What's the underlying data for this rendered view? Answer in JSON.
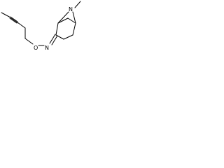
{
  "molecule": {
    "atom_labels": {
      "oxygen": "O",
      "oxime_nitrogen": "N",
      "bridge_nitrogen": "N"
    },
    "colors": {
      "bond": "#000000",
      "text": "#000000",
      "background": "#ffffff"
    }
  }
}
